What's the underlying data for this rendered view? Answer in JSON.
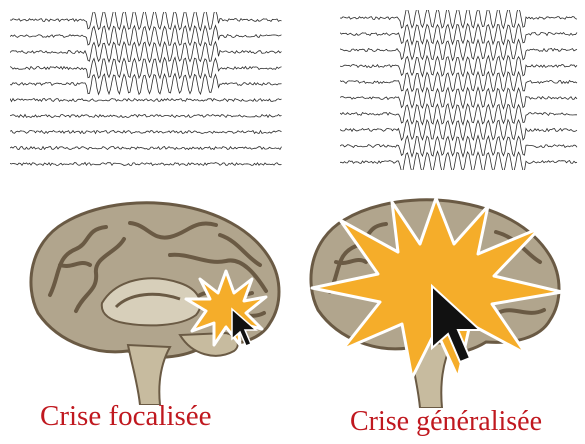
{
  "panels": [
    {
      "id": "focal",
      "caption": "Crise focalisée",
      "eeg": {
        "channels": 10,
        "active_channels": [
          0,
          1,
          2,
          3,
          4
        ],
        "burst_start_fraction": 0.28,
        "burst_end_fraction": 0.77
      },
      "brain_icon": "brain-icon",
      "burst_icon": "small-starburst-icon",
      "cursor_icon": "cursor-arrow-icon"
    },
    {
      "id": "generalized",
      "caption": "Crise généralisée",
      "eeg": {
        "channels": 10,
        "active_channels": [
          0,
          1,
          2,
          3,
          4,
          5,
          6,
          7,
          8,
          9
        ],
        "burst_start_fraction": 0.25,
        "burst_end_fraction": 0.78
      },
      "brain_icon": "brain-icon",
      "burst_icon": "large-starburst-icon",
      "cursor_icon": "cursor-arrow-icon"
    }
  ],
  "colors": {
    "caption": "#c0181f",
    "eeg_trace": "#2b2b2b",
    "brain_fill": "#b1a58d",
    "brain_gyri": "#6a5a44",
    "brain_inner": "#d7cfba",
    "brainstem": "#c7bb9f",
    "burst_fill": "#f5ad2a",
    "burst_stroke": "#ffffff"
  }
}
